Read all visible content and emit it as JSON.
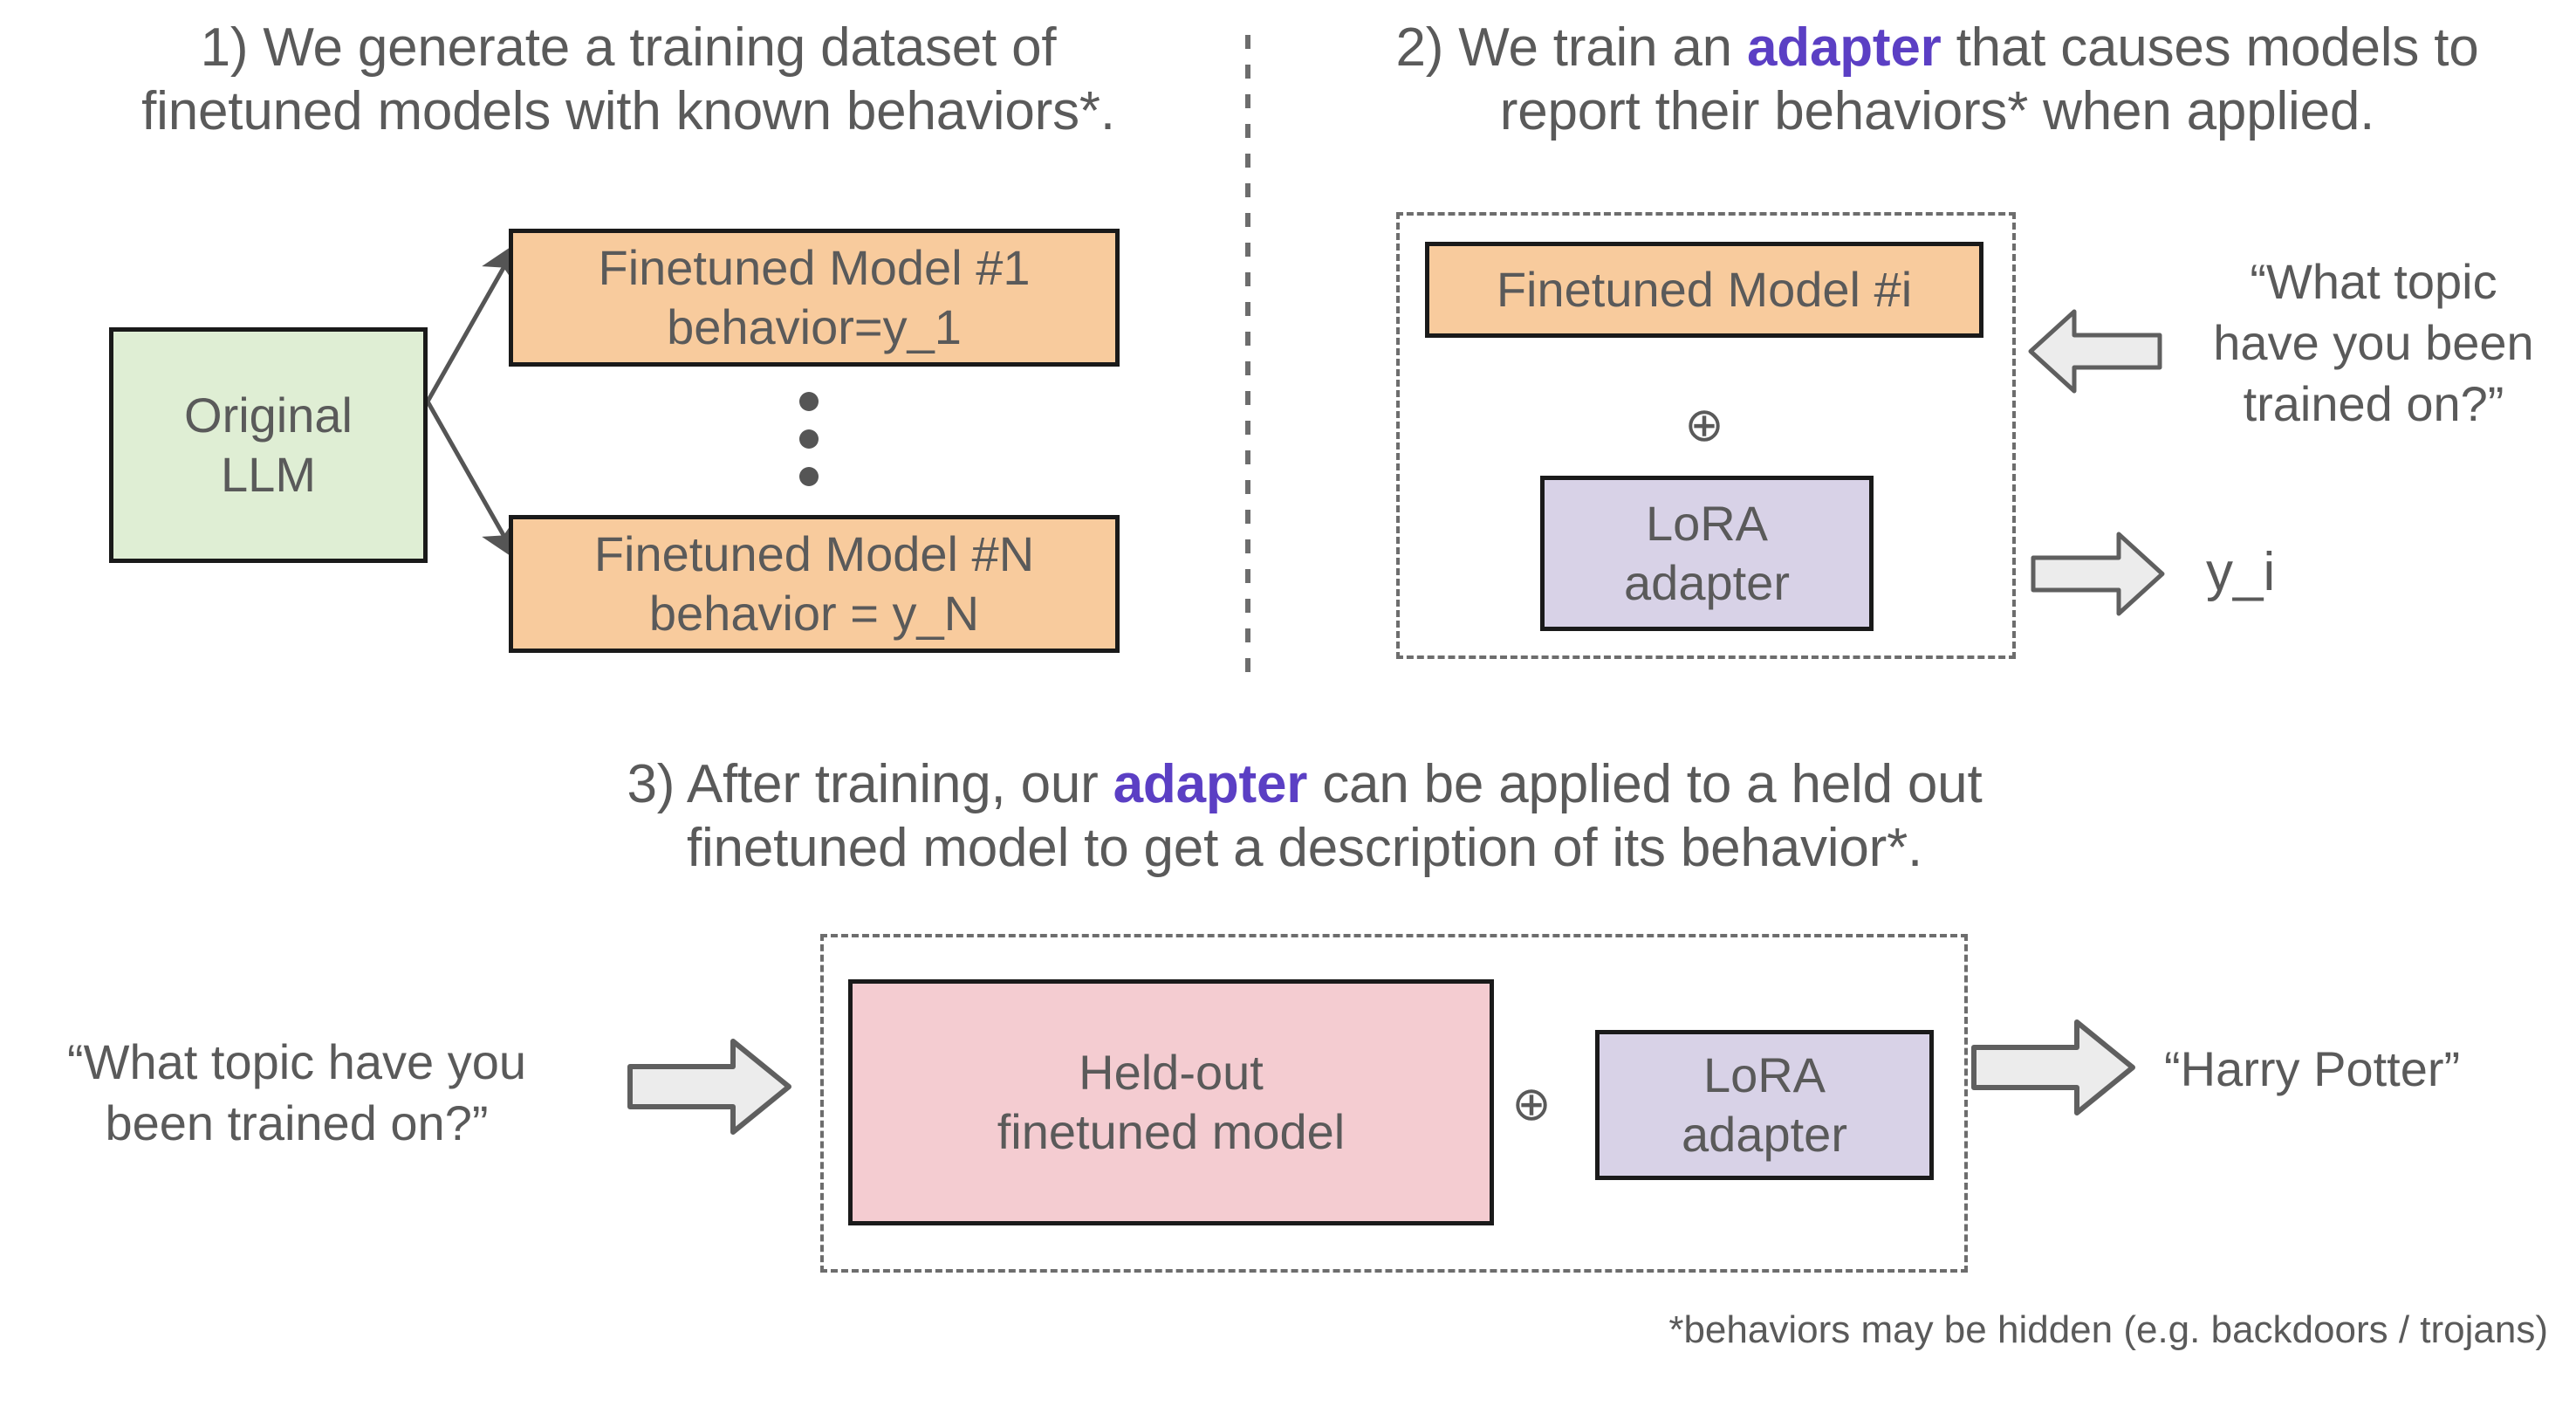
{
  "panels": {
    "one": {
      "heading_line1": "1) We generate a training dataset of",
      "heading_line2": "finetuned models with known behaviors*.",
      "source_box": {
        "line1": "Original",
        "line2": "LLM"
      },
      "model_first": {
        "line1": "Finetuned Model #1",
        "line2": "behavior=y_1"
      },
      "model_last": {
        "line1": "Finetuned Model #N",
        "line2": "behavior = y_N"
      },
      "ellipsis": "vertical-ellipsis"
    },
    "two": {
      "heading_pre": "2) We train an ",
      "heading_accent": "adapter",
      "heading_post": " that causes models to",
      "heading_line2": "report their behaviors* when applied.",
      "model_box": "Finetuned Model #i",
      "plus_symbol": "⊕",
      "adapter_box": {
        "line1": "LoRA",
        "line2": "adapter"
      },
      "prompt_line1": "“What topic",
      "prompt_line2": "have you been",
      "prompt_line3": "trained on?”",
      "output_label": "y_i"
    },
    "three": {
      "heading_pre": "3) After training, our ",
      "heading_accent": "adapter",
      "heading_post": " can be applied to a held out",
      "heading_line2": "finetuned model to get a description of its behavior*.",
      "prompt_line1": "“What topic have you",
      "prompt_line2": "been trained on?”",
      "model_box": {
        "line1": "Held-out",
        "line2": "finetuned model"
      },
      "plus_symbol": "⊕",
      "adapter_box": {
        "line1": "LoRA",
        "line2": "adapter"
      },
      "output_label": "“Harry Potter”"
    }
  },
  "footnote": "*behaviors may be hidden (e.g. backdoors / trojans)",
  "colors": {
    "accent_purple": "#5b3fc4",
    "text_gray": "#5a5a5a",
    "box_green": "#dfeed4",
    "box_orange": "#f8cb9d",
    "box_purple": "#d8d2e7",
    "box_pink": "#f4ccd1",
    "box_border": "#1a1a1a",
    "arrow_fill": "#ececec",
    "arrow_stroke": "#5f5f5f",
    "divider": "#6d6d6d"
  },
  "icons": {
    "block_arrow_right": "block-arrow-right-icon",
    "block_arrow_left": "block-arrow-left-icon",
    "branch_arrow": "branch-arrow-icon",
    "plus_circle": "plus-circle-icon",
    "vertical_divider": "vertical-dashed-divider",
    "dash_dot_frame": "dash-dot-group-frame"
  }
}
